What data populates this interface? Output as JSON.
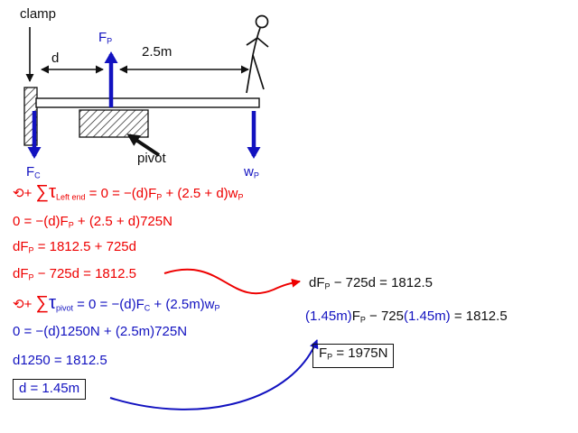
{
  "colors": {
    "red": "#ee0000",
    "blue": "#1212c0",
    "black": "#111111"
  },
  "diagram": {
    "clamp_label": "clamp",
    "d_label": "d",
    "length_label": "2.5m",
    "pivot_label": "pivot",
    "fp_label": [
      {
        "t": "F"
      },
      {
        "s": "P"
      }
    ],
    "fc_label": [
      {
        "t": "F"
      },
      {
        "s": "C"
      }
    ],
    "wp_label": [
      {
        "t": "w"
      },
      {
        "s": "P"
      }
    ]
  },
  "equations": {
    "torque_left_end": [
      {
        "t": "⟲+ "
      },
      {
        "t": "∑",
        "b": 1
      },
      {
        "t": "τ",
        "b": 1
      },
      {
        "s": "Left end"
      },
      {
        "t": " = 0 = −(d)F"
      },
      {
        "s": "P"
      },
      {
        "t": " + (2.5 + d)w"
      },
      {
        "s": "P"
      }
    ],
    "sub_725": [
      {
        "t": "0 = −(d)F"
      },
      {
        "s": "P"
      },
      {
        "t": " + (2.5 + d)725N"
      }
    ],
    "dfp_expand": [
      {
        "t": "dF"
      },
      {
        "s": "P"
      },
      {
        "t": " = 1812.5 + 725d"
      }
    ],
    "dfp_isolated": [
      {
        "t": "dF"
      },
      {
        "s": "P"
      },
      {
        "t": " − 725d = 1812.5"
      }
    ],
    "dfp_isolated_black": [
      {
        "t": "dF"
      },
      {
        "s": "P"
      },
      {
        "t": " − 725d = 1812.5"
      }
    ],
    "torque_pivot": [
      {
        "t": "⟲+ ",
        "c": "red"
      },
      {
        "t": "∑",
        "b": 1,
        "c": "red"
      },
      {
        "t": "τ",
        "b": 1
      },
      {
        "s": "pivot"
      },
      {
        "t": " = 0 = −(d)F"
      },
      {
        "s": "C"
      },
      {
        "t": " + (2.5m)w"
      },
      {
        "s": "P"
      }
    ],
    "sub_1250": [
      {
        "t": "0 = −(d)1250N + (2.5m)725N"
      }
    ],
    "d1250": [
      {
        "t": "d1250 = 1812.5"
      }
    ],
    "d_result": [
      {
        "t": "d = 1.45m"
      }
    ],
    "fp_substitution": [
      {
        "t": "(1.45m)",
        "c": "blue"
      },
      {
        "t": "F"
      },
      {
        "s": "P"
      },
      {
        "t": " − 725"
      },
      {
        "t": "(1.45m)",
        "c": "blue"
      },
      {
        "t": " = 1812.5"
      }
    ],
    "fp_result": [
      {
        "t": "F"
      },
      {
        "s": "P"
      },
      {
        "t": " = 1975N"
      }
    ]
  }
}
